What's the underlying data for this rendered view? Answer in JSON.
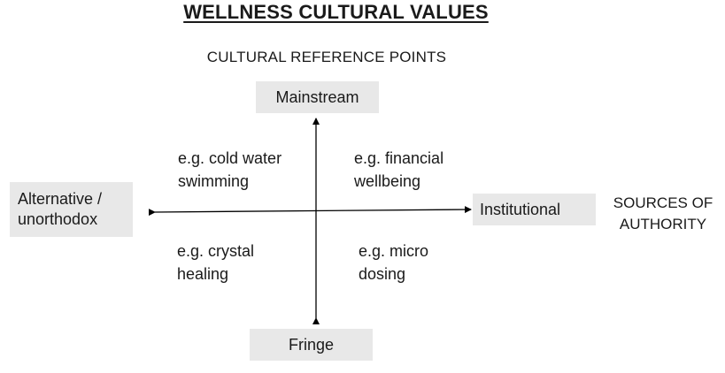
{
  "diagram": {
    "title": "WELLNESS CULTURAL VALUES",
    "vertical_axis_label": "CULTURAL REFERENCE POINTS",
    "horizontal_axis_label": "SOURCES OF\nAUTHORITY",
    "poles": {
      "top": "Mainstream",
      "bottom": "Fringe",
      "left": "Alternative /\nunorthodox",
      "right": "Institutional"
    },
    "quadrants": {
      "top_left": "e.g. cold water\nswimming",
      "top_right": "e.g. financial\nwellbeing",
      "bottom_left": "e.g. crystal\nhealing",
      "bottom_right": "e.g. micro\ndosing"
    },
    "colors": {
      "pole_box_fill": "#e8e8e8",
      "text": "#1a1a1a",
      "axis_line": "#000000"
    }
  }
}
